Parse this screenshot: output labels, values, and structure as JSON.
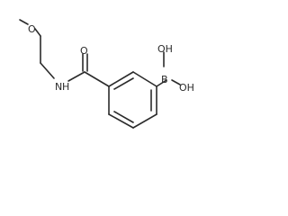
{
  "molecule": {
    "atoms": [
      {
        "id": "O_methoxy",
        "label": "O"
      },
      {
        "id": "O_carbonyl",
        "label": "O"
      },
      {
        "id": "N_amide",
        "label": "N"
      },
      {
        "id": "H_amide",
        "label": "H"
      },
      {
        "id": "B",
        "label": "B"
      },
      {
        "id": "OH_top",
        "label": "OH"
      },
      {
        "id": "OH_bottom",
        "label": "OH"
      }
    ]
  }
}
